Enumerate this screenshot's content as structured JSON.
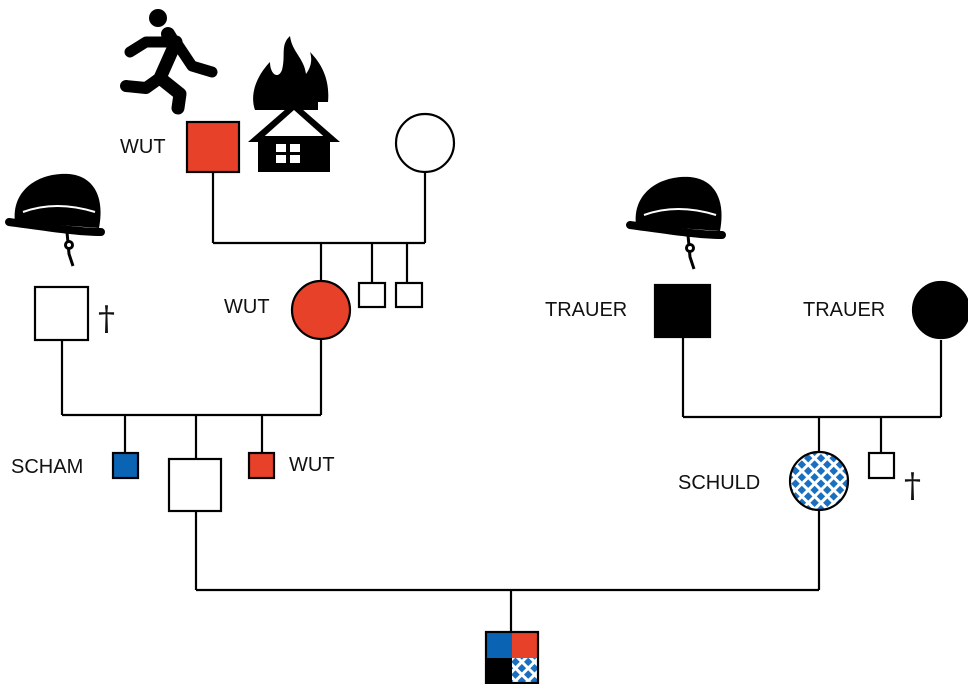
{
  "colors": {
    "line": "#000000",
    "wut": "#e8412a",
    "scham": "#0b63b3",
    "trauer": "#000000",
    "schuld_pattern": "#1a6fbf",
    "background": "#ffffff"
  },
  "labels": {
    "wut_grandfather": "WUT",
    "wut_grandmother": "WUT",
    "trauer_grandfather": "TRAUER",
    "trauer_grandmother": "TRAUER",
    "scham_uncle": "SCHAM",
    "wut_aunt": "WUT",
    "schuld_mother": "SCHULD"
  },
  "symbols": {
    "deceased": "†"
  },
  "icons": [
    "running-person-icon",
    "burning-house-icon",
    "soldier-helmet-icon"
  ]
}
